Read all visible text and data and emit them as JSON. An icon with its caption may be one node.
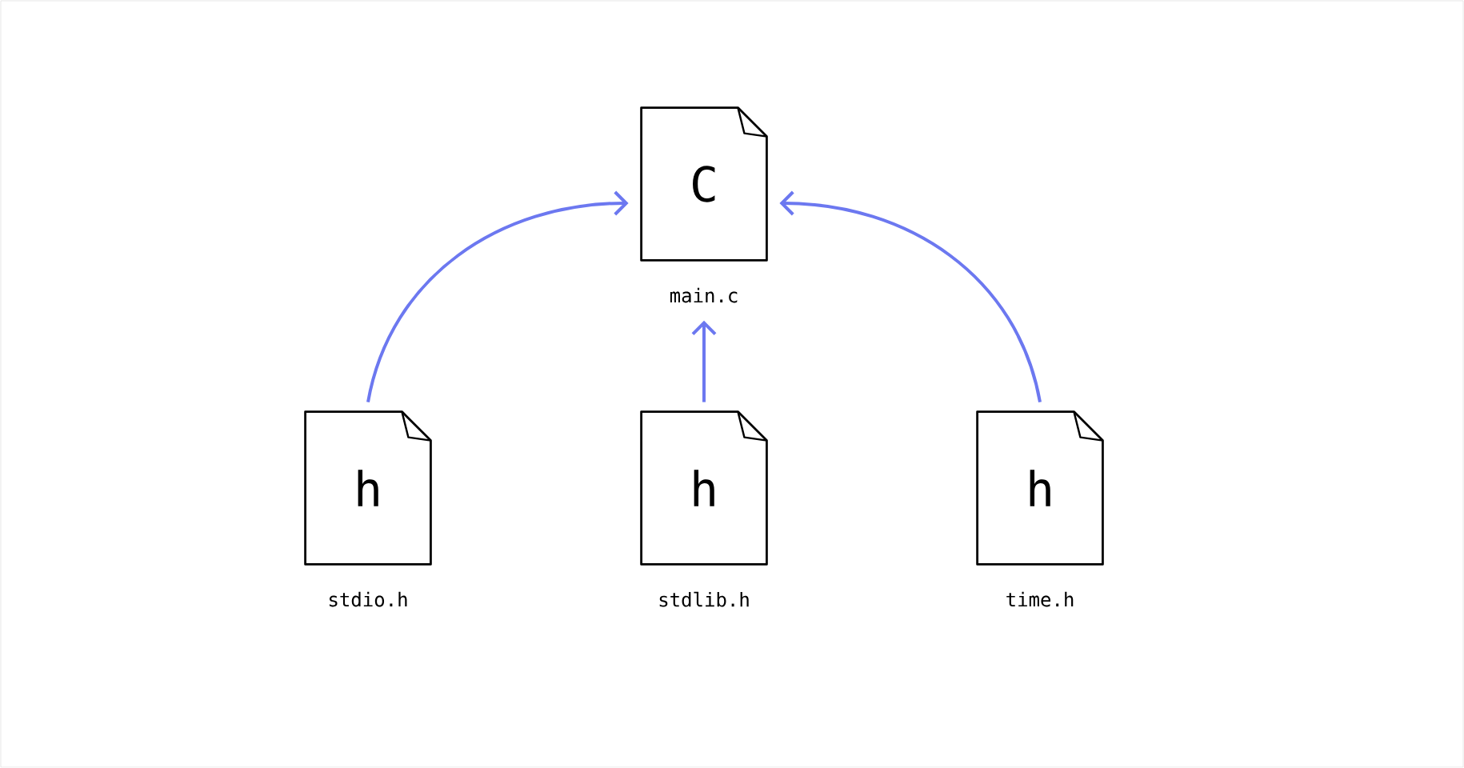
{
  "diagram": {
    "nodes": [
      {
        "text": [
          "C"
        ],
        "beside": [
          "main.c"
        ]
      },
      {
        "text": [
          "h"
        ],
        "beside": [
          "stdio.h"
        ]
      },
      {
        "text": [
          "h"
        ],
        "beside": [
          "stdlib.h"
        ]
      },
      {
        "text": [
          "h"
        ],
        "beside": [
          "time.h"
        ]
      }
    ],
    "edges": [
      {
        "from": 1,
        "to": 0,
        "arrow": "to"
      },
      {
        "from": 2,
        "to": 0,
        "arrow": "to"
      },
      {
        "from": 3,
        "to": 0,
        "arrow": "to"
      }
    ]
  }
}
